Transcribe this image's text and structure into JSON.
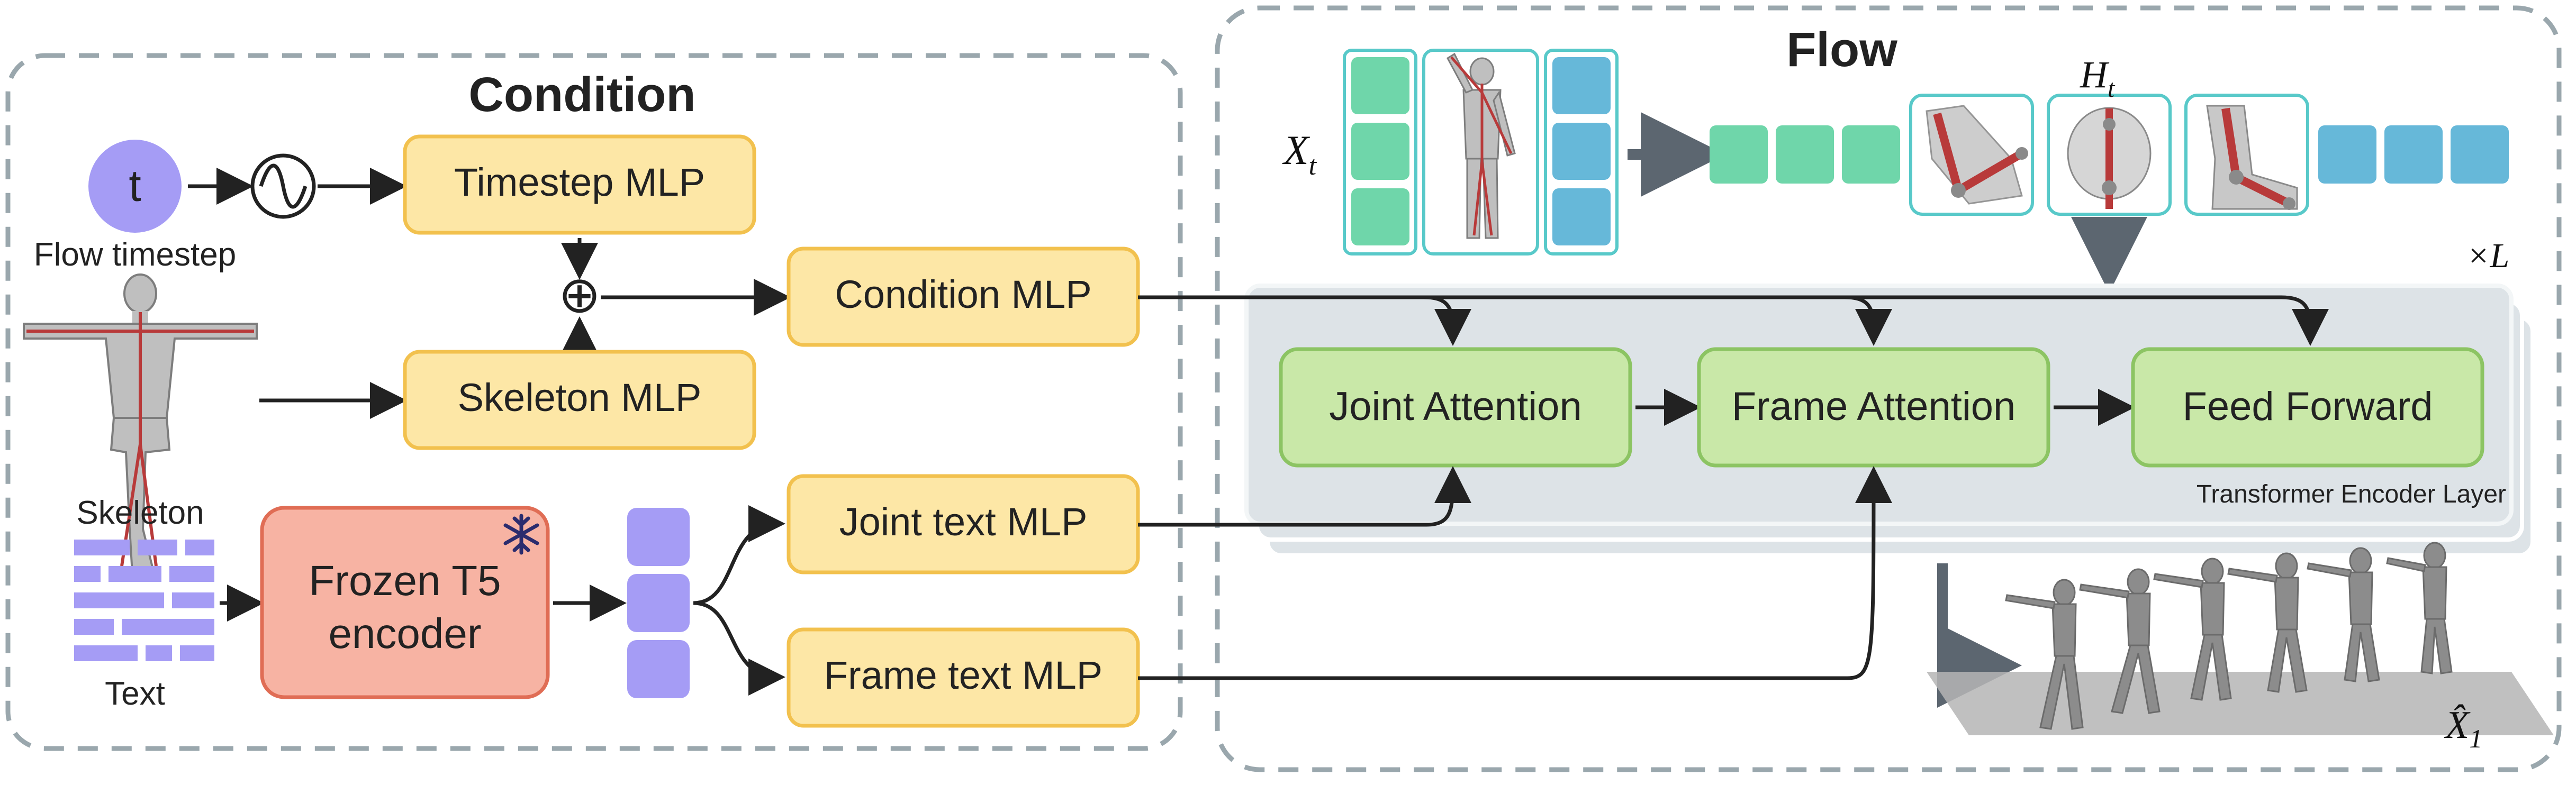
{
  "condition": {
    "title": "Condition",
    "timestep_symbol": "t",
    "timestep_label": "Flow timestep",
    "timestep_mlp": "Timestep MLP",
    "skeleton_mlp": "Skeleton MLP",
    "skeleton_label": "Skeleton",
    "condition_mlp": "Condition MLP",
    "frozen_t5": "Frozen T5",
    "encoder": "encoder",
    "text_label": "Text",
    "joint_text_mlp": "Joint text MLP",
    "frame_text_mlp": "Frame text MLP",
    "plus_symbol": "⊕"
  },
  "flow": {
    "title": "Flow",
    "xt_label": "X",
    "xt_sub": "t",
    "ht_label": "H",
    "ht_sub": "t",
    "times_l": "×L",
    "joint_attention": "Joint Attention",
    "frame_attention": "Frame Attention",
    "feed_forward": "Feed Forward",
    "layer_caption": "Transformer Encoder Layer",
    "x1_label": "X̂",
    "x1_sub": "1"
  },
  "colors": {
    "mlp_fill": "#fde7a6",
    "mlp_stroke": "#f2c14e",
    "attn_fill": "#c9e8a8",
    "attn_stroke": "#8cc463",
    "t5_fill": "#f7b3a3",
    "t5_stroke": "#e06d55",
    "token_purple": "#a59cf5",
    "token_green": "#6fd6aa",
    "token_blue": "#66b8d9",
    "teal_frame": "#58c9c9",
    "layer_fill": "#dde3e7",
    "dashed": "#9aa7ad"
  }
}
